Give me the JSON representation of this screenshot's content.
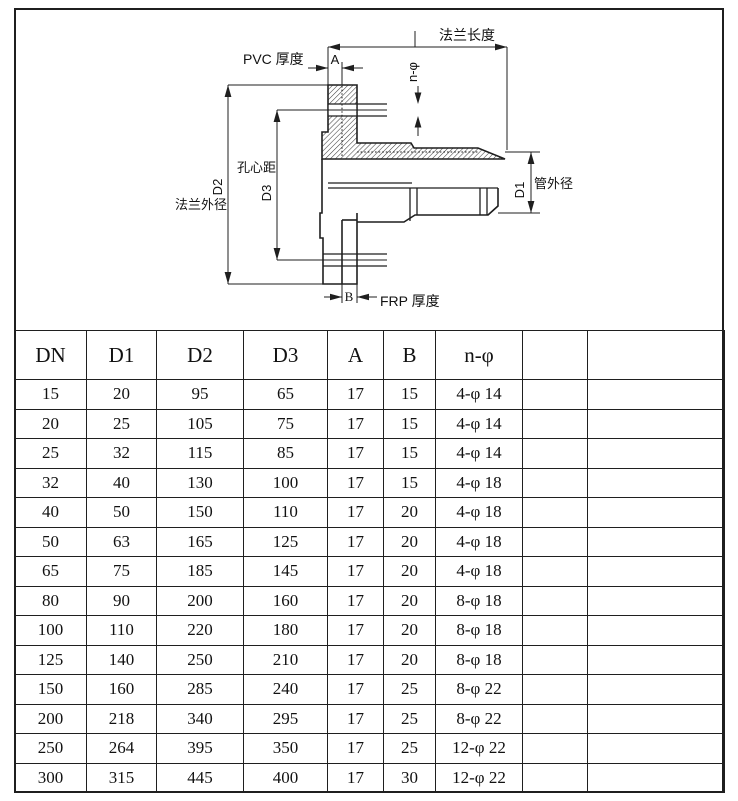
{
  "page": {
    "background": "#ffffff",
    "line_color": "#1f1f1f"
  },
  "diagram": {
    "labels": {
      "flange_length": "法兰长度",
      "pvc_thickness": "PVC 厚度",
      "dim_a": "A",
      "n_phi": "n-φ",
      "hole_center_distance": "孔心距",
      "d2": "D2",
      "d3": "D3",
      "d1": "D1",
      "flange_outer_diameter": "法兰外径",
      "pipe_outer_diameter": "管外径",
      "dim_b": "B",
      "frp_thickness": "FRP 厚度"
    }
  },
  "table": {
    "headers": [
      "DN",
      "D1",
      "D2",
      "D3",
      "A",
      "B",
      "n-φ",
      "",
      ""
    ],
    "rows": [
      [
        "15",
        "20",
        "95",
        "65",
        "17",
        "15",
        "4-φ 14",
        "",
        ""
      ],
      [
        "20",
        "25",
        "105",
        "75",
        "17",
        "15",
        "4-φ 14",
        "",
        ""
      ],
      [
        "25",
        "32",
        "115",
        "85",
        "17",
        "15",
        "4-φ 14",
        "",
        ""
      ],
      [
        "32",
        "40",
        "130",
        "100",
        "17",
        "15",
        "4-φ 18",
        "",
        ""
      ],
      [
        "40",
        "50",
        "150",
        "110",
        "17",
        "20",
        "4-φ 18",
        "",
        ""
      ],
      [
        "50",
        "63",
        "165",
        "125",
        "17",
        "20",
        "4-φ 18",
        "",
        ""
      ],
      [
        "65",
        "75",
        "185",
        "145",
        "17",
        "20",
        "4-φ 18",
        "",
        ""
      ],
      [
        "80",
        "90",
        "200",
        "160",
        "17",
        "20",
        "8-φ 18",
        "",
        ""
      ],
      [
        "100",
        "110",
        "220",
        "180",
        "17",
        "20",
        "8-φ 18",
        "",
        ""
      ],
      [
        "125",
        "140",
        "250",
        "210",
        "17",
        "20",
        "8-φ 18",
        "",
        ""
      ],
      [
        "150",
        "160",
        "285",
        "240",
        "17",
        "25",
        "8-φ 22",
        "",
        ""
      ],
      [
        "200",
        "218",
        "340",
        "295",
        "17",
        "25",
        "8-φ 22",
        "",
        ""
      ],
      [
        "250",
        "264",
        "395",
        "350",
        "17",
        "25",
        "12-φ 22",
        "",
        ""
      ],
      [
        "300",
        "315",
        "445",
        "400",
        "17",
        "30",
        "12-φ 22",
        "",
        ""
      ]
    ]
  }
}
